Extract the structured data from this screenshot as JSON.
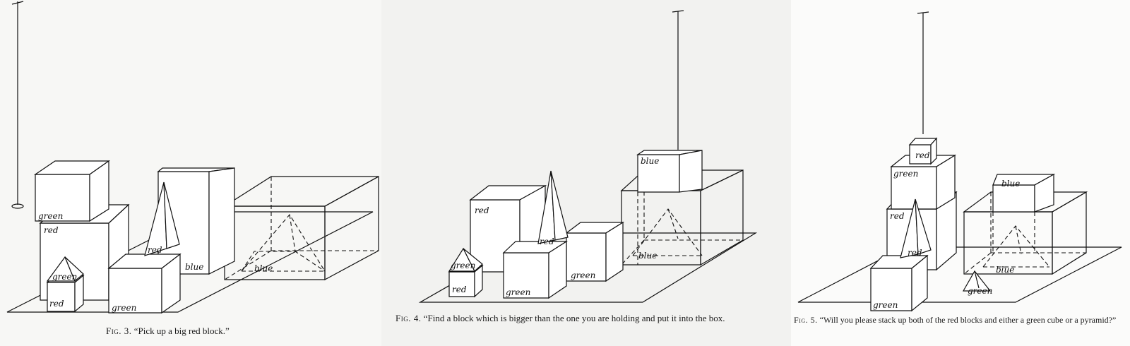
{
  "figures": [
    {
      "caption_fig": "Fig. 3.",
      "caption_text": "“Pick up a big red block.”",
      "labels": {
        "green_top_cube": "green",
        "red_lower_block": "red",
        "green_small_pyramid": "green",
        "red_small_cube": "red",
        "green_front_block": "green",
        "red_pyramid": "red",
        "blue_tall_block": "blue",
        "blue_pyramid_in_box": "blue"
      }
    },
    {
      "caption_fig": "Fig. 4.",
      "caption_text": "“Find a block which is bigger than the one you are holding and put it into the box.",
      "labels": {
        "red_big_block": "red",
        "red_pyramid": "red",
        "green_small_pyramid": "green",
        "red_small_cube": "red",
        "green_front_block": "green",
        "green_right_block": "green",
        "blue_held_block": "blue",
        "blue_pyramid_in_box": "blue"
      }
    },
    {
      "caption_fig": "Fig. 5.",
      "caption_text": "“Will you please stack up both of the red blocks and either a green cube or a pyramid?”",
      "labels": {
        "red_top_cube": "red",
        "green_middle_cube": "green",
        "red_lower_block": "red",
        "red_pyramid": "red",
        "green_bottom_block": "green",
        "blue_block_in_box": "blue",
        "blue_pyramid_in_box": "blue",
        "green_small_pyramid": "green"
      }
    }
  ]
}
